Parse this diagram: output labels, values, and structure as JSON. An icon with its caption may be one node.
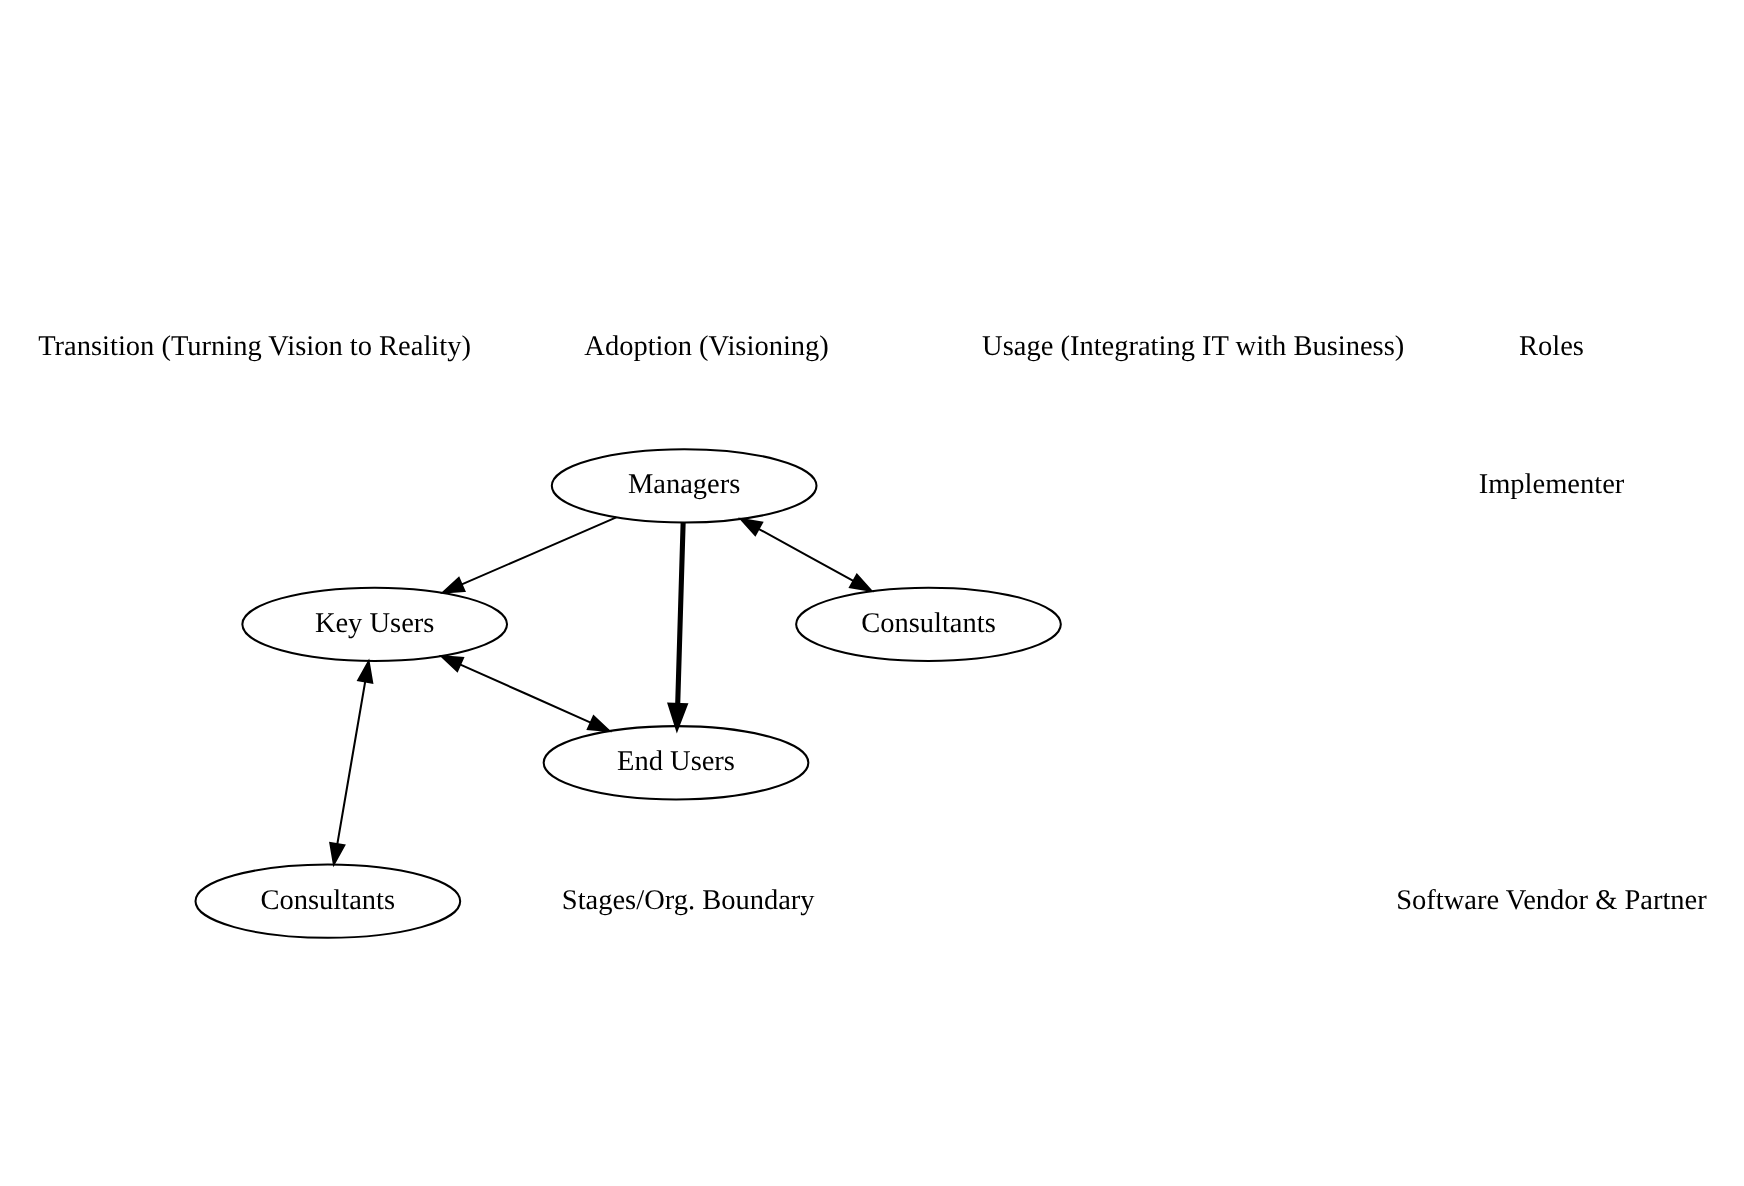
{
  "diagram": {
    "nodes": [
      {
        "text": [
          "Managers"
        ]
      },
      {
        "text": [
          "Key Users"
        ]
      },
      {
        "text": [
          "End Users"
        ]
      },
      {
        "text": [
          "Consultants"
        ]
      },
      {
        "text": [
          "Consultants"
        ]
      }
    ],
    "edges": [
      {
        "from": 0,
        "to": 1,
        "arrow": "to"
      },
      {
        "from": 0,
        "to": 2,
        "arrow": "to",
        "style": "thick"
      },
      {
        "from": 0,
        "to": 4,
        "arrow": "both"
      },
      {
        "from": 1,
        "to": 2,
        "arrow": "both"
      },
      {
        "from": 1,
        "to": 3,
        "arrow": "both"
      }
    ],
    "labels": [
      "Roles",
      "Adoption (Visioning)",
      "Transition (Turning Vision to Reality)",
      "Usage (Integrating IT with Business)",
      "Implementer",
      "Stages/Org. Boundary",
      "Software Vendor & Partner"
    ]
  }
}
